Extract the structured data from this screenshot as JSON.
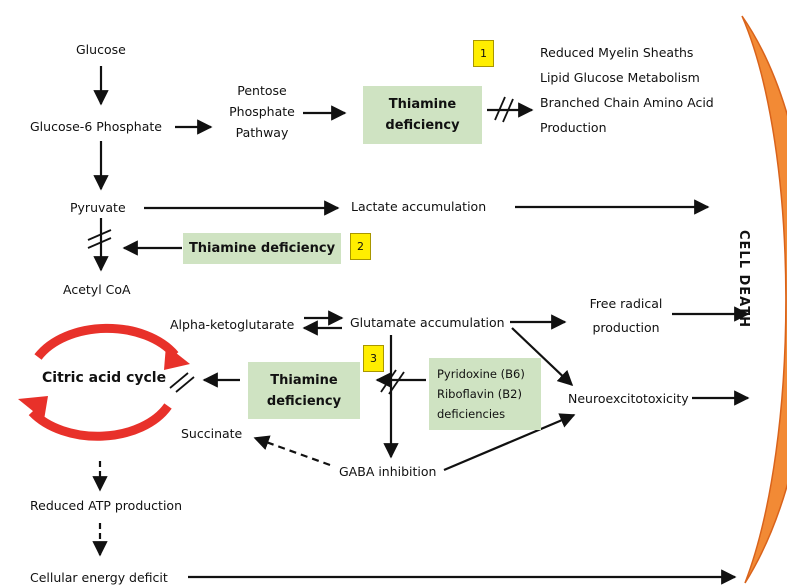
{
  "nodes": {
    "glucose": "Glucose",
    "g6p": "Glucose-6 Phosphate",
    "ppp": [
      "Pentose",
      "Phosphate",
      "Pathway"
    ],
    "thiamine1": [
      "Thiamine",
      "deficiency"
    ],
    "outcomes1": [
      "Reduced Myelin Sheaths",
      "Lipid Glucose Metabolism",
      "Branched Chain Amino Acid",
      "Production"
    ],
    "pyruvate": "Pyruvate",
    "lactate": "Lactate accumulation",
    "thiamine2": "Thiamine deficiency",
    "acetylcoa": "Acetyl CoA",
    "akg": "Alpha-ketoglutarate",
    "glutamate": "Glutamate accumulation",
    "free_radical": [
      "Free radical",
      "production"
    ],
    "citric": "Citric acid cycle",
    "thiamine3": [
      "Thiamine",
      "deficiency"
    ],
    "pyridoxine": [
      "Pyridoxine (B6)",
      "Riboflavin (B2)",
      "deficiencies"
    ],
    "neuro": "Neuroexcitotoxicity",
    "succinate": "Succinate",
    "gaba": "GABA inhibition",
    "atp": "Reduced ATP production",
    "energy": "Cellular energy deficit",
    "cell_death": "CELL DEATH"
  },
  "markers": [
    "1",
    "2",
    "3"
  ],
  "colors": {
    "box_fill": "#cfe3c2",
    "marker_fill": "#ffee00",
    "cell_death_fill": "#f28a35",
    "cycle_red": "#e8312a"
  }
}
